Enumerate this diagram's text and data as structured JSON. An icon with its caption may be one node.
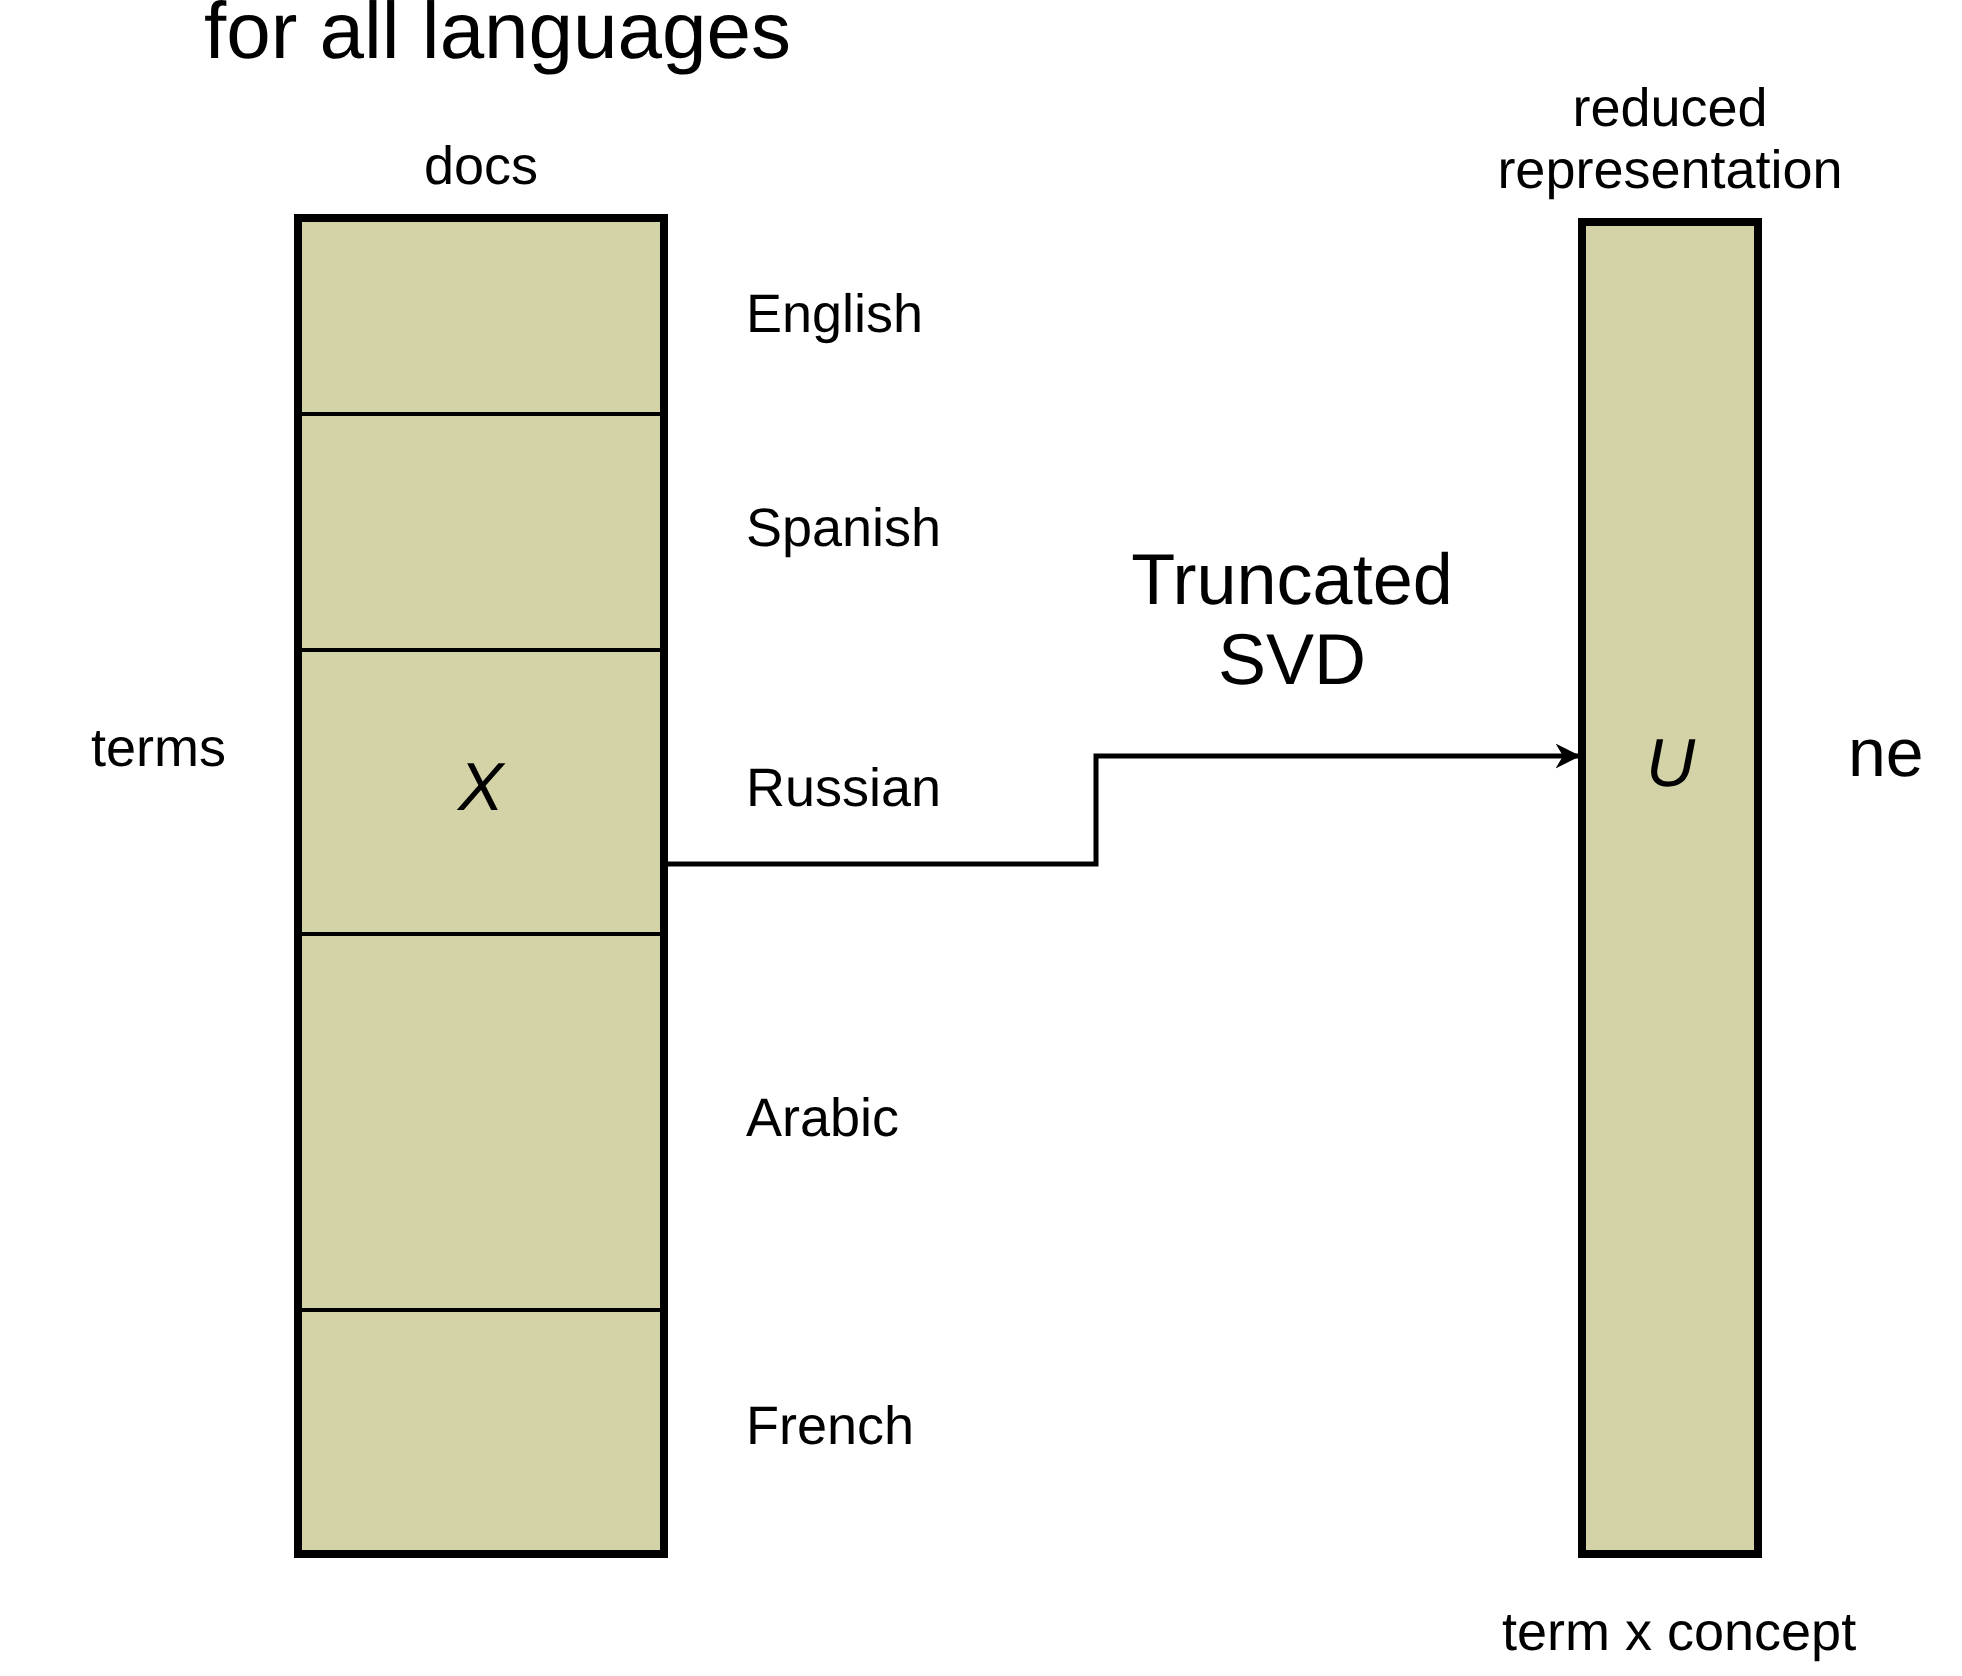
{
  "diagram": {
    "nodes": [
      {
        "text": [
          "docs"
        ],
        "beside": [
          "terms"
        ]
      },
      {
        "text": [],
        "shape": "bar",
        "in": 0,
        "beside": [
          "English"
        ]
      },
      {
        "text": [],
        "shape": "bar",
        "in": 0,
        "beside": [
          "Spanish"
        ]
      },
      {
        "text": [
          "X"
        ],
        "in": 0,
        "beside": [
          "Russian"
        ]
      },
      {
        "text": [],
        "shape": "bar",
        "in": 0,
        "beside": [
          "Arabic"
        ]
      },
      {
        "text": [],
        "shape": "bar",
        "in": 0,
        "beside": [
          "French"
        ]
      },
      {
        "text": [
          "reduced representation",
          "U"
        ],
        "beside": [
          "term x concept"
        ]
      }
    ],
    "edges": [
      {
        "from": 0,
        "to": 6,
        "arrow": "to",
        "label": "Truncated SVD"
      }
    ],
    "labels": [
      "for all languages",
      "ne"
    ]
  }
}
